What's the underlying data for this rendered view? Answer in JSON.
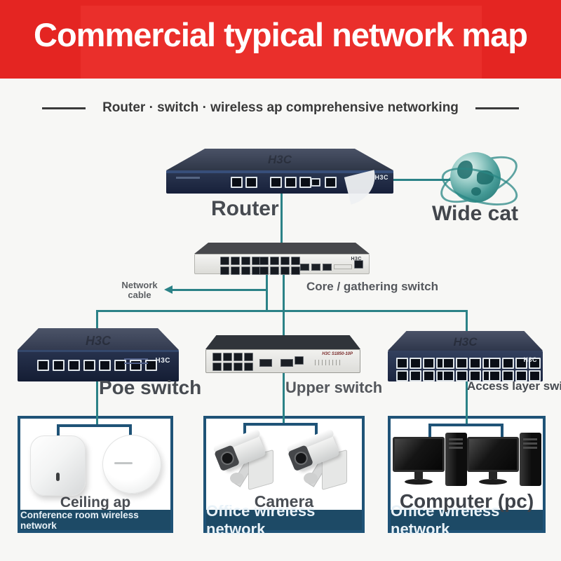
{
  "banner": {
    "title": "Commercial typical network map"
  },
  "subtitle": {
    "text": "Router · switch · wireless ap comprehensive networking"
  },
  "network": {
    "brand": "H3C",
    "router": {
      "label": "Router"
    },
    "wan": {
      "label": "Wide cat"
    },
    "core_switch": {
      "label": "Core / gathering switch"
    },
    "cable_note": {
      "label": "Network cable"
    },
    "poe_switch": {
      "label": "Poe switch"
    },
    "upper_switch": {
      "label": "Upper switch",
      "model": "H3C S1850-10P"
    },
    "access_switch": {
      "label": "Access layer switch"
    }
  },
  "zones": [
    {
      "label": "Ceiling ap",
      "caption": "Conference room wireless network"
    },
    {
      "label": "Camera",
      "caption": "Office wireless network"
    },
    {
      "label": "Computer (pc)",
      "caption": "Office wireless network"
    }
  ],
  "colors": {
    "banner_red": "#e42522",
    "line_teal": "#2b8287",
    "navy": "#1f5377",
    "footer_navy": "#1d4a66",
    "label_gray": "#474b51"
  }
}
